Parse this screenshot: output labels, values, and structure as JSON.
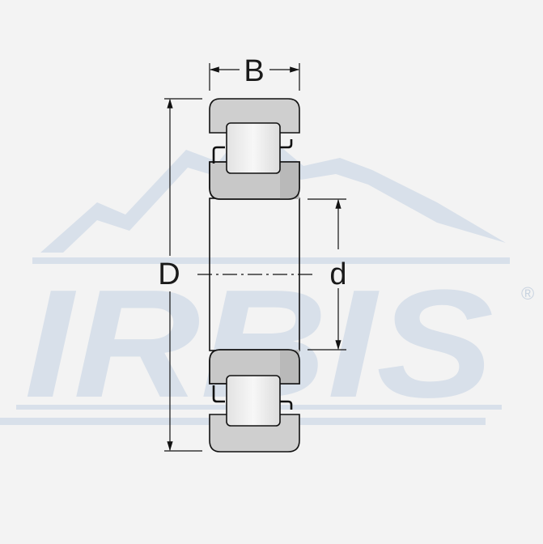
{
  "watermark": {
    "brand": "IRBIS",
    "registered_mark": "®"
  },
  "dimensions": {
    "width_label": "B",
    "outer_diameter_label": "D",
    "inner_diameter_label": "d"
  },
  "colors": {
    "background": "#f3f3f3",
    "watermark": "#d8e0ea",
    "ring": "#cfcfcf",
    "roller": "#e9e9e9",
    "line": "#111111"
  }
}
